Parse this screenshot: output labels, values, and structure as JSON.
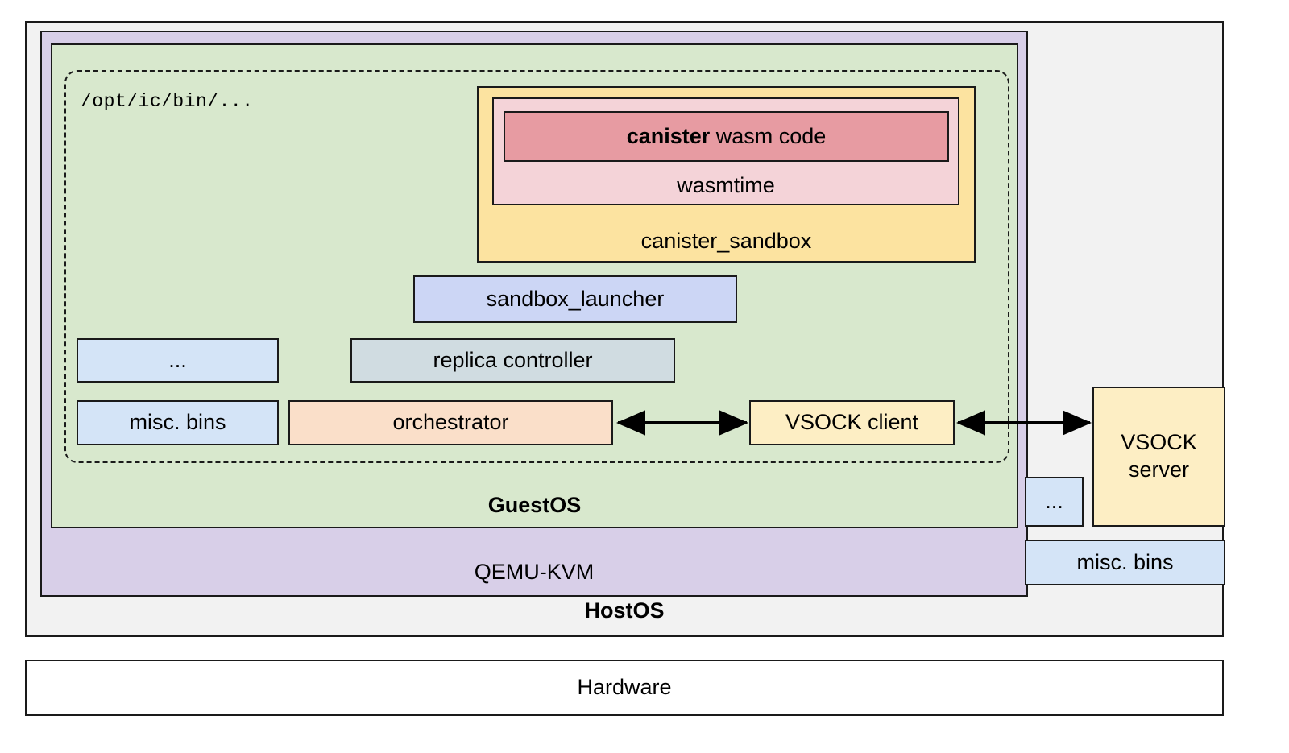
{
  "diagram": {
    "layers": {
      "hardware": {
        "label": "Hardware"
      },
      "hostos": {
        "label": "HostOS"
      },
      "qemu": {
        "label": "QEMU-KVM"
      },
      "guestos": {
        "label": "GuestOS"
      }
    },
    "guest": {
      "bin_path": "/opt/ic/bin/...",
      "canister_sandbox": {
        "label": "canister_sandbox",
        "wasmtime": {
          "label": "wasmtime"
        },
        "canister_wasm": {
          "emphasis": "canister",
          "rest": " wasm code",
          "full": "canister wasm code"
        }
      },
      "binaries": [
        {
          "label": "sandbox_launcher",
          "color": "#ccd6f5"
        },
        {
          "label": "replica controller",
          "color": "#d0dce1"
        },
        {
          "label": "...",
          "color": "#d4e4f7"
        },
        {
          "label": "misc. bins",
          "color": "#d4e4f7"
        },
        {
          "label": "orchestrator",
          "color": "#fadfc9"
        },
        {
          "label": "VSOCK client",
          "color": "#fdeec4"
        }
      ]
    },
    "host": {
      "vsock_server": {
        "line1": "VSOCK",
        "line2": "server"
      },
      "dots": {
        "label": "..."
      },
      "misc_bins": {
        "label": "misc. bins"
      }
    },
    "arrows": [
      {
        "name": "orchestrator-to-vsock-client",
        "style": "double-headed"
      },
      {
        "name": "vsock-client-to-vsock-server",
        "style": "double-headed"
      }
    ],
    "colors": {
      "hostos_bg": "#f2f2f2",
      "qemu_bg": "#d8cfe8",
      "guestos_bg": "#d8e8cd",
      "sandbox_bg": "#fce3a0",
      "wasmtime_bg": "#f4d3d8",
      "canister_bg": "#e79ba2",
      "stroke": "#1a1a1a"
    }
  }
}
